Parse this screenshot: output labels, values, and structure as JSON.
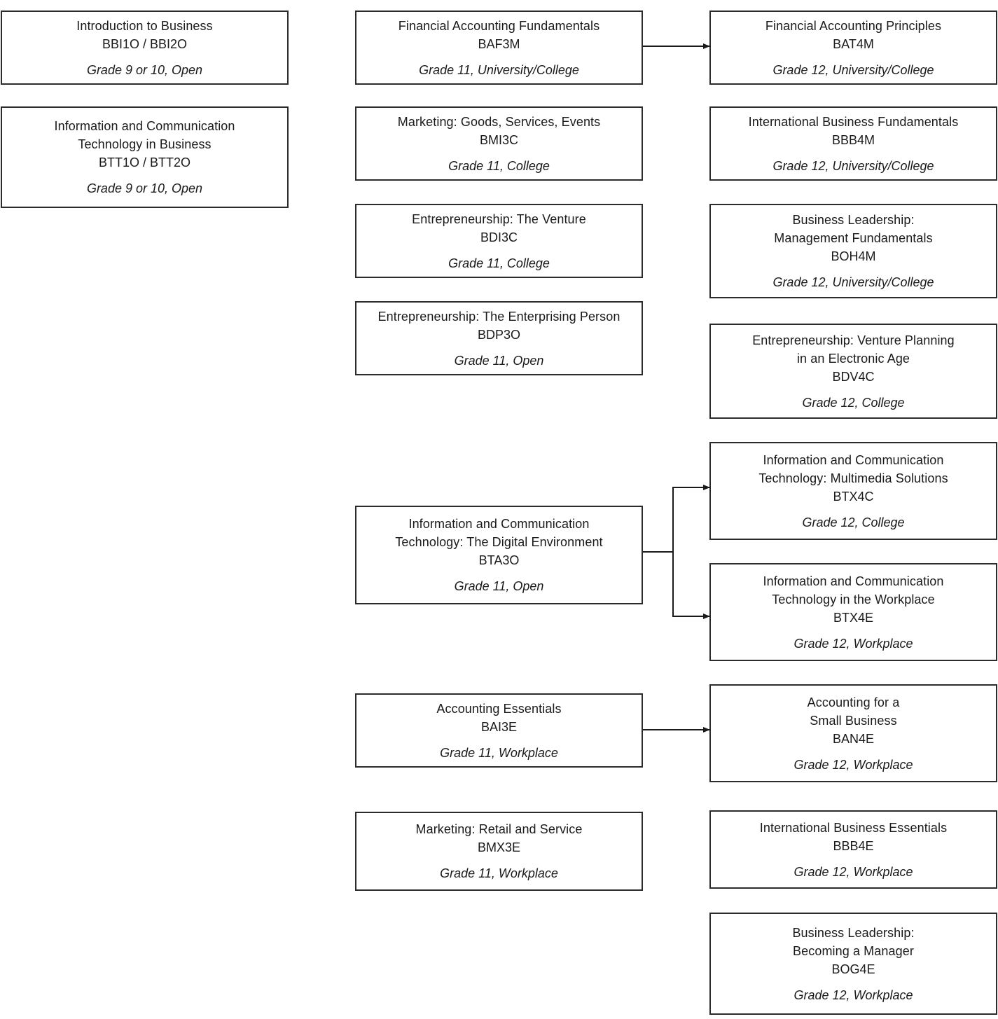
{
  "courses": {
    "bbi": {
      "title": [
        "Introduction to Business"
      ],
      "code": "BBI1O / BBI2O",
      "grade": "Grade 9 or 10, Open"
    },
    "btt": {
      "title": [
        "Information and Communication",
        "Technology in Business"
      ],
      "code": "BTT1O / BTT2O",
      "grade": "Grade 9 or 10, Open"
    },
    "baf3m": {
      "title": [
        "Financial Accounting Fundamentals"
      ],
      "code": "BAF3M",
      "grade": "Grade 11, University/College"
    },
    "bmi3c": {
      "title": [
        "Marketing: Goods, Services, Events"
      ],
      "code": "BMI3C",
      "grade": "Grade 11, College"
    },
    "bdi3c": {
      "title": [
        "Entrepreneurship: The Venture"
      ],
      "code": "BDI3C",
      "grade": "Grade 11, College"
    },
    "bdp3o": {
      "title": [
        "Entrepreneurship: The Enterprising Person"
      ],
      "code": "BDP3O",
      "grade": "Grade 11, Open"
    },
    "bta3o": {
      "title": [
        "Information and Communication",
        "Technology: The Digital Environment"
      ],
      "code": "BTA3O",
      "grade": "Grade 11, Open"
    },
    "bai3e": {
      "title": [
        "Accounting Essentials"
      ],
      "code": "BAI3E",
      "grade": "Grade 11, Workplace"
    },
    "bmx3e": {
      "title": [
        "Marketing: Retail and Service"
      ],
      "code": "BMX3E",
      "grade": "Grade 11, Workplace"
    },
    "bat4m": {
      "title": [
        "Financial Accounting Principles"
      ],
      "code": "BAT4M",
      "grade": "Grade 12, University/College"
    },
    "bbb4m": {
      "title": [
        "International Business Fundamentals"
      ],
      "code": "BBB4M",
      "grade": "Grade 12, University/College"
    },
    "boh4m": {
      "title": [
        "Business Leadership:",
        "Management Fundamentals"
      ],
      "code": "BOH4M",
      "grade": "Grade 12, University/College"
    },
    "bdv4c": {
      "title": [
        "Entrepreneurship: Venture Planning",
        "in an Electronic Age"
      ],
      "code": "BDV4C",
      "grade": "Grade 12, College"
    },
    "btx4c": {
      "title": [
        "Information and Communication",
        "Technology: Multimedia Solutions"
      ],
      "code": "BTX4C",
      "grade": "Grade 12, College"
    },
    "btx4e": {
      "title": [
        "Information and Communication",
        "Technology in the Workplace"
      ],
      "code": "BTX4E",
      "grade": "Grade 12, Workplace"
    },
    "ban4e": {
      "title": [
        "Accounting for a",
        "Small Business"
      ],
      "code": "BAN4E",
      "grade": "Grade 12, Workplace"
    },
    "bbb4e": {
      "title": [
        "International Business Essentials"
      ],
      "code": "BBB4E",
      "grade": "Grade 12, Workplace"
    },
    "bog4e": {
      "title": [
        "Business Leadership:",
        "Becoming a Manager"
      ],
      "code": "BOG4E",
      "grade": "Grade 12, Workplace"
    }
  },
  "colors": {
    "border": "#2b2b2b",
    "text": "#1a1a1a",
    "background": "#ffffff"
  }
}
